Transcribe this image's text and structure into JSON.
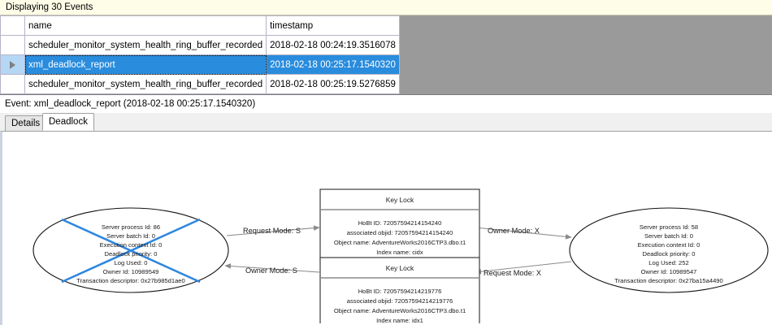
{
  "banner": {
    "text": "Displaying 30 Events"
  },
  "grid": {
    "columns": [
      {
        "key": "selector",
        "label": ""
      },
      {
        "key": "name",
        "label": "name"
      },
      {
        "key": "timestamp",
        "label": "timestamp"
      }
    ],
    "rows": [
      {
        "selected": false,
        "name": "scheduler_monitor_system_health_ring_buffer_recorded",
        "timestamp": "2018-02-18 00:24:19.3516078"
      },
      {
        "selected": true,
        "name": "xml_deadlock_report",
        "timestamp": "2018-02-18 00:25:17.1540320"
      },
      {
        "selected": false,
        "name": "scheduler_monitor_system_health_ring_buffer_recorded",
        "timestamp": "2018-02-18 00:25:19.5276859"
      }
    ]
  },
  "event_header": {
    "text": "Event: xml_deadlock_report (2018-02-18 00:25:17.1540320)"
  },
  "tabs": [
    {
      "label": "Details",
      "active": false
    },
    {
      "label": "Deadlock",
      "active": true
    }
  ],
  "deadlock_graph": {
    "victim_process": {
      "lines": [
        "Server process Id: 86",
        "Server batch Id: 0",
        "Execution context Id: 0",
        "Deadlock priority: 0",
        "Log Used: 0",
        "Owner Id: 10989549",
        "Transaction descriptor: 0x27b985d1ae0"
      ],
      "is_victim": true,
      "victim_marker_color": "#2f87e0"
    },
    "other_process": {
      "lines": [
        "Server process Id: 58",
        "Server batch Id: 0",
        "Execution context Id: 0",
        "Deadlock priority: 0",
        "Log Used: 252",
        "Owner Id: 10989547",
        "Transaction descriptor: 0x27ba15a4490"
      ],
      "is_victim": false
    },
    "resource_top": {
      "title": "Key Lock",
      "lines": [
        "HoBt ID: 72057594214154240",
        "associated objid: 72057594214154240",
        "Object name: AdventureWorks2016CTP3.dbo.t1",
        "Index name: cidx"
      ]
    },
    "resource_bottom": {
      "title": "Key Lock",
      "lines": [
        "HoBt ID: 72057594214219776",
        "associated objid: 72057594214219776",
        "Object name: AdventureWorks2016CTP3.dbo.t1",
        "Index name: idx1"
      ]
    },
    "edges": [
      {
        "id": "victim-request-top",
        "label": "Request Mode: S"
      },
      {
        "id": "top-owner-other",
        "label": "Owner Mode: X"
      },
      {
        "id": "bottom-owner-victim",
        "label": "Owner Mode: S"
      },
      {
        "id": "other-request-bottom",
        "label": "Request Mode: X"
      }
    ]
  }
}
